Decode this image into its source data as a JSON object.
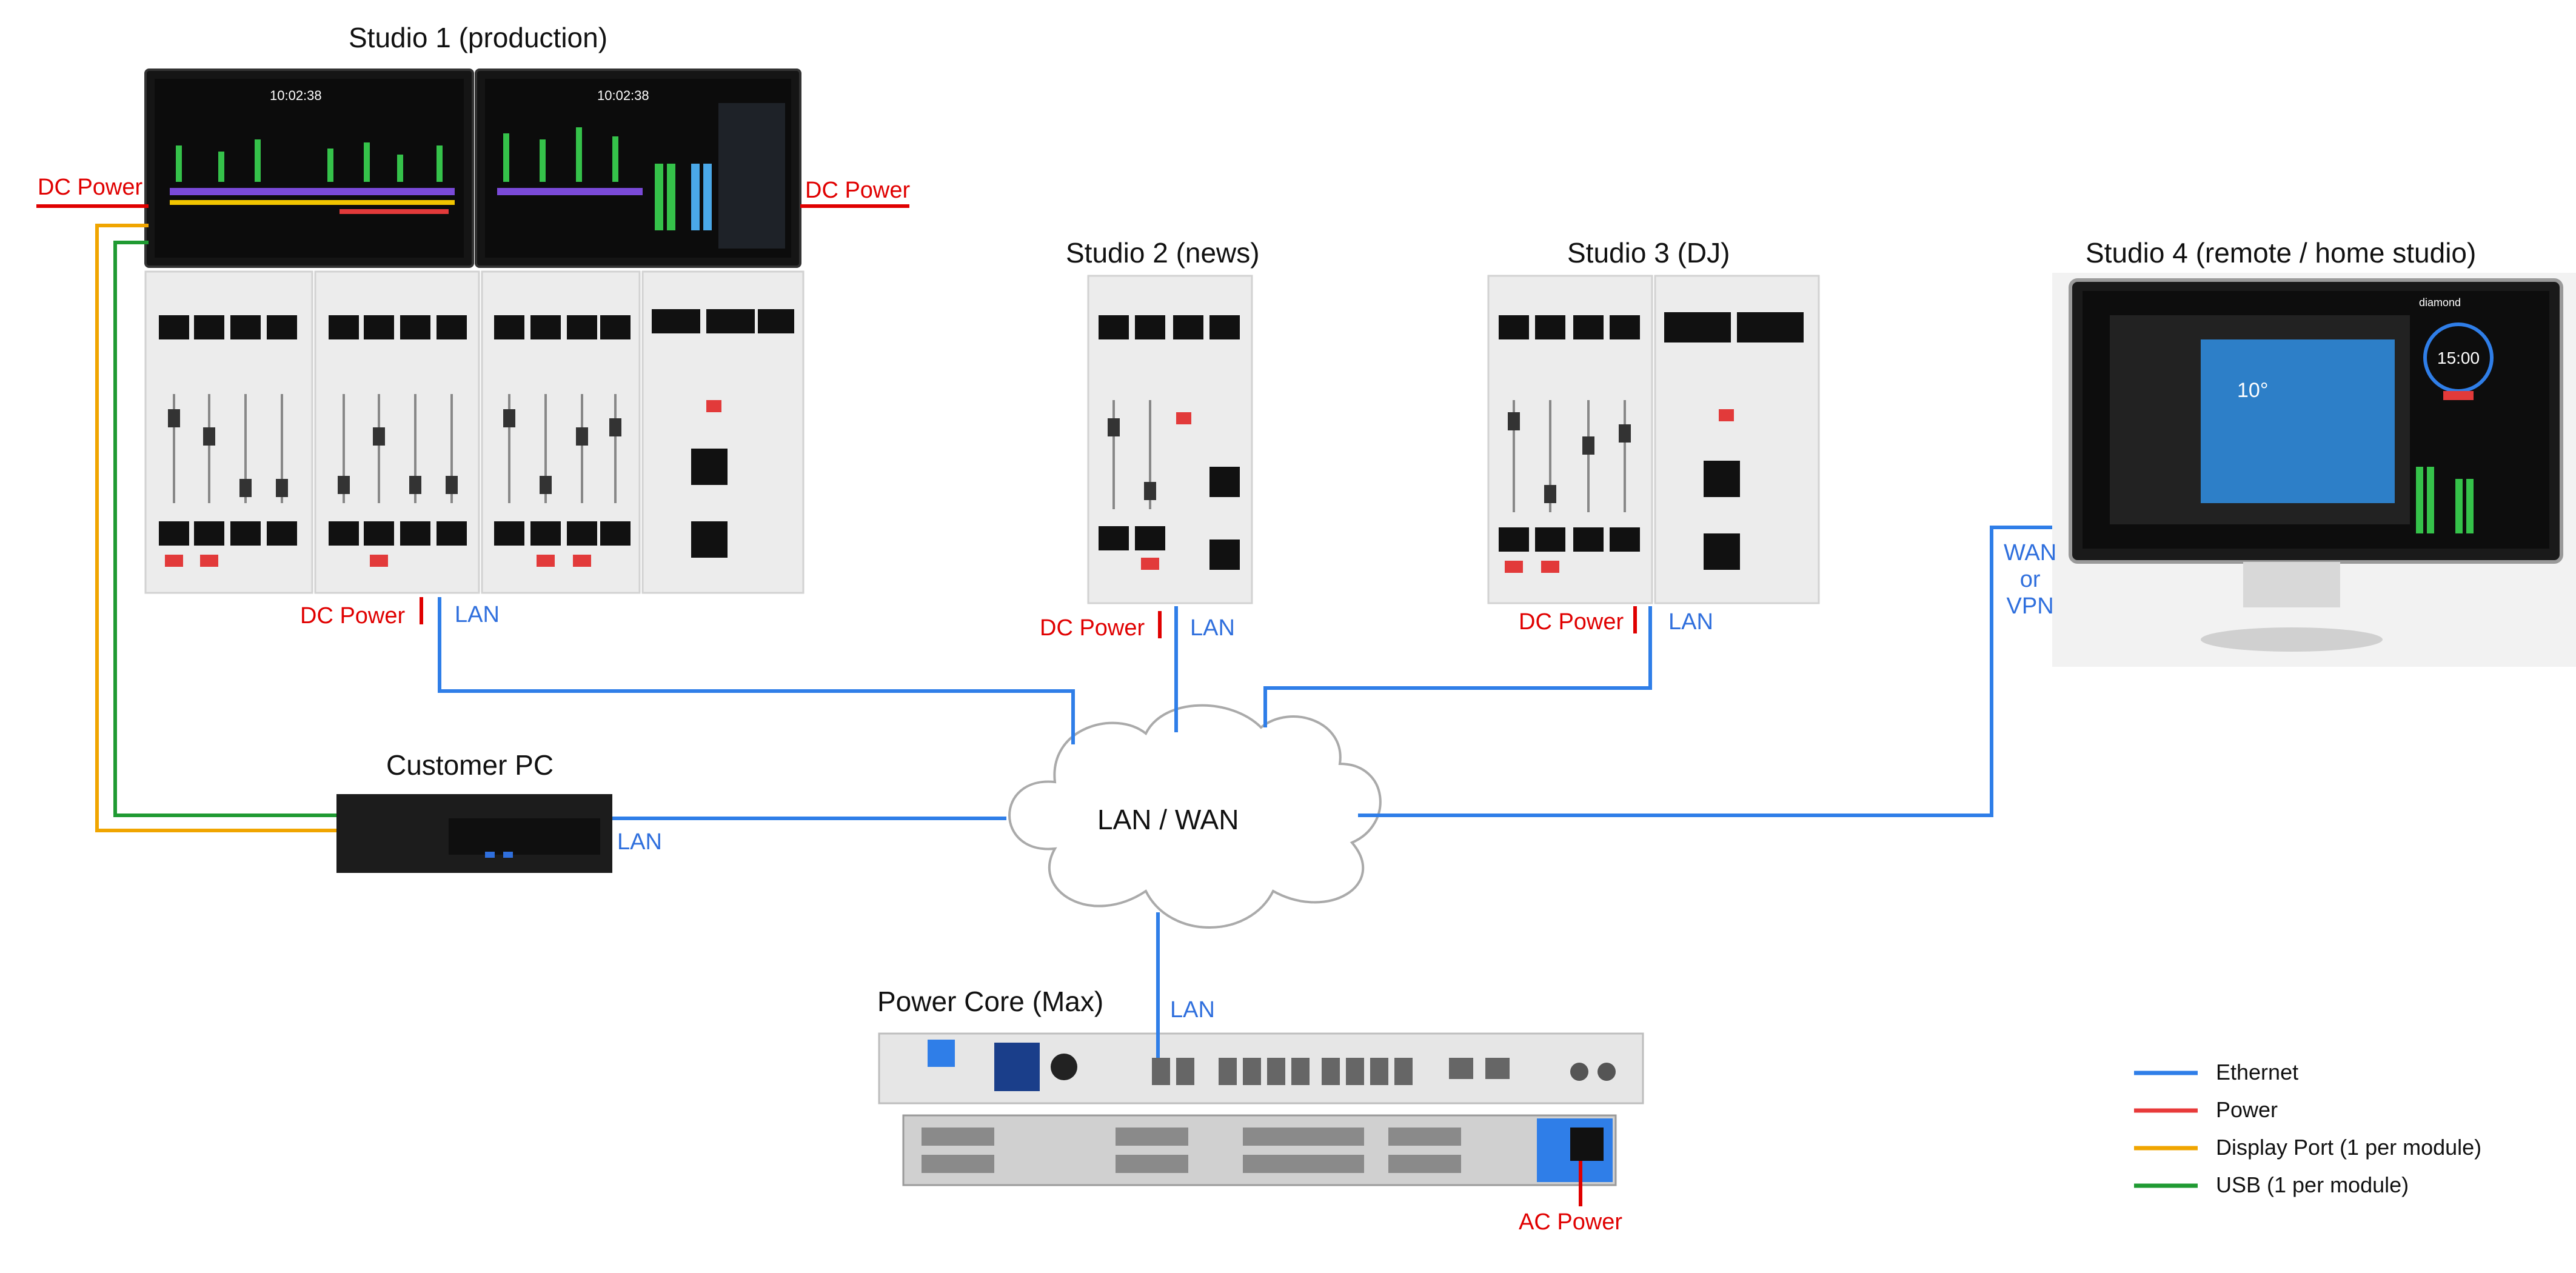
{
  "titles": {
    "studio1": "Studio 1 (production)",
    "studio2": "Studio 2 (news)",
    "studio3": "Studio 3 (DJ)",
    "studio4": "Studio 4 (remote / home studio)",
    "customer_pc": "Customer PC",
    "power_core": "Power Core (Max)",
    "cloud": "LAN / WAN"
  },
  "labels": {
    "dc_power": "DC Power",
    "lan": "LAN",
    "wan_line1": "WAN",
    "wan_line2": "or",
    "wan_line3": "VPN",
    "ac_power": "AC Power"
  },
  "screens": {
    "clock": "10:02:38",
    "brand": "diamond",
    "remote_clock": "15:00",
    "weather": "10°"
  },
  "legend": [
    {
      "label": "Ethernet",
      "color": "#2f7ee8"
    },
    {
      "label": "Power",
      "color": "#e83a3a"
    },
    {
      "label": "Display Port (1 per module)",
      "color": "#f0a500"
    },
    {
      "label": "USB (1 per module)",
      "color": "#1f9a32"
    }
  ],
  "colors": {
    "ethernet": "#2f7ee8",
    "power": "#e00000",
    "displayport": "#f0a500",
    "usb": "#1f9a32"
  }
}
